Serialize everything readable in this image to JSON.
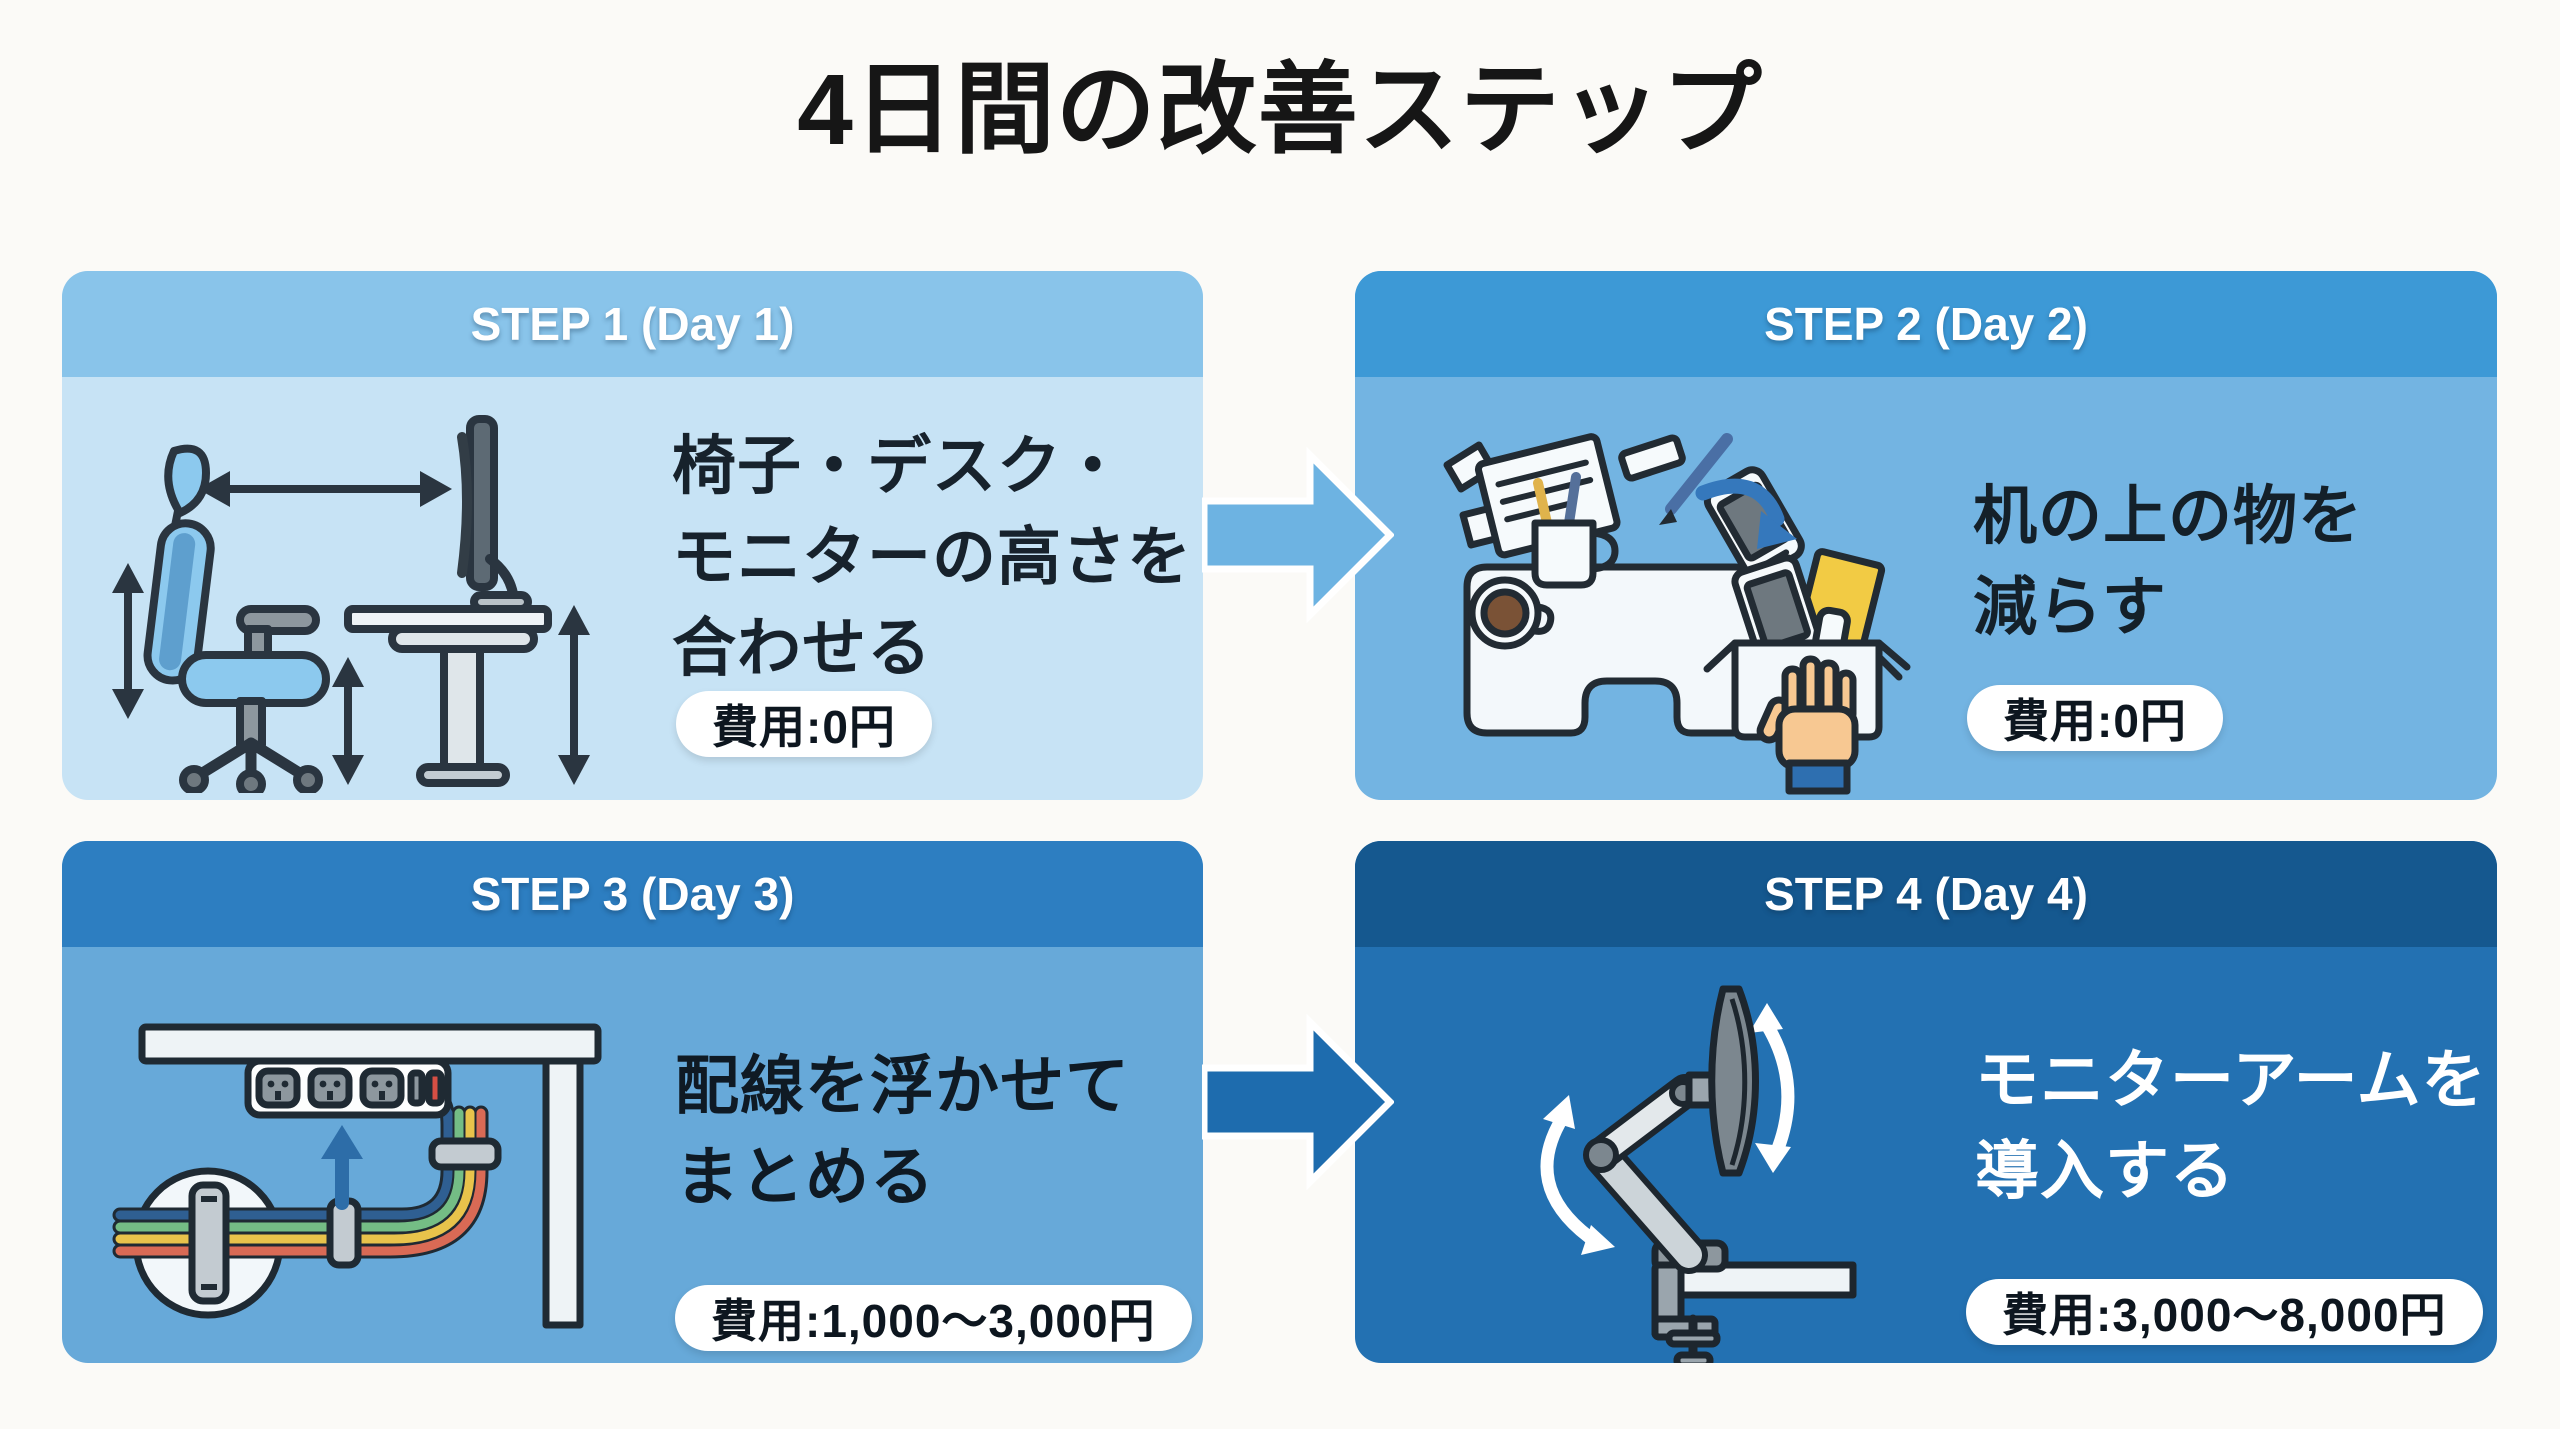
{
  "page": {
    "background": "#fbfaf7",
    "title": "4日間の改善ステップ",
    "title_color": "#161616"
  },
  "steps": [
    {
      "header": "STEP 1 (Day 1)",
      "description": "椅子・デスク・\nモニターの高さを\n合わせる",
      "cost": "費用:0円",
      "icon": "chair-desk-monitor-illustration",
      "header_bg": "#89c4ea",
      "body_bg": "#c7e3f5",
      "text_color": "#17222c"
    },
    {
      "header": "STEP 2 (Day 2)",
      "description": "机の上の物を\n減らす",
      "cost": "費用:0円",
      "icon": "desk-declutter-illustration",
      "header_bg": "#3d99d6",
      "body_bg": "#73b4e2",
      "text_color": "#142029"
    },
    {
      "header": "STEP 3 (Day 3)",
      "description": "配線を浮かせて\nまとめる",
      "cost": "費用:1,000〜3,000円",
      "icon": "cable-management-illustration",
      "header_bg": "#2d7ec1",
      "body_bg": "#67a9d9",
      "text_color": "#0f1a24"
    },
    {
      "header": "STEP 4 (Day 4)",
      "description": "モニターアームを\n導入する",
      "cost": "費用:3,000〜8,000円",
      "icon": "monitor-arm-illustration",
      "header_bg": "#15588f",
      "body_bg": "#2371b2",
      "text_color": "#ffffff"
    }
  ],
  "arrows": [
    {
      "name": "step1-to-step2-arrow",
      "color": "#6db3e2"
    },
    {
      "name": "step3-to-step4-arrow",
      "color": "#1e6cae"
    }
  ],
  "badge_style": {
    "bg": "#ffffff",
    "text_color": "#0d161f"
  }
}
